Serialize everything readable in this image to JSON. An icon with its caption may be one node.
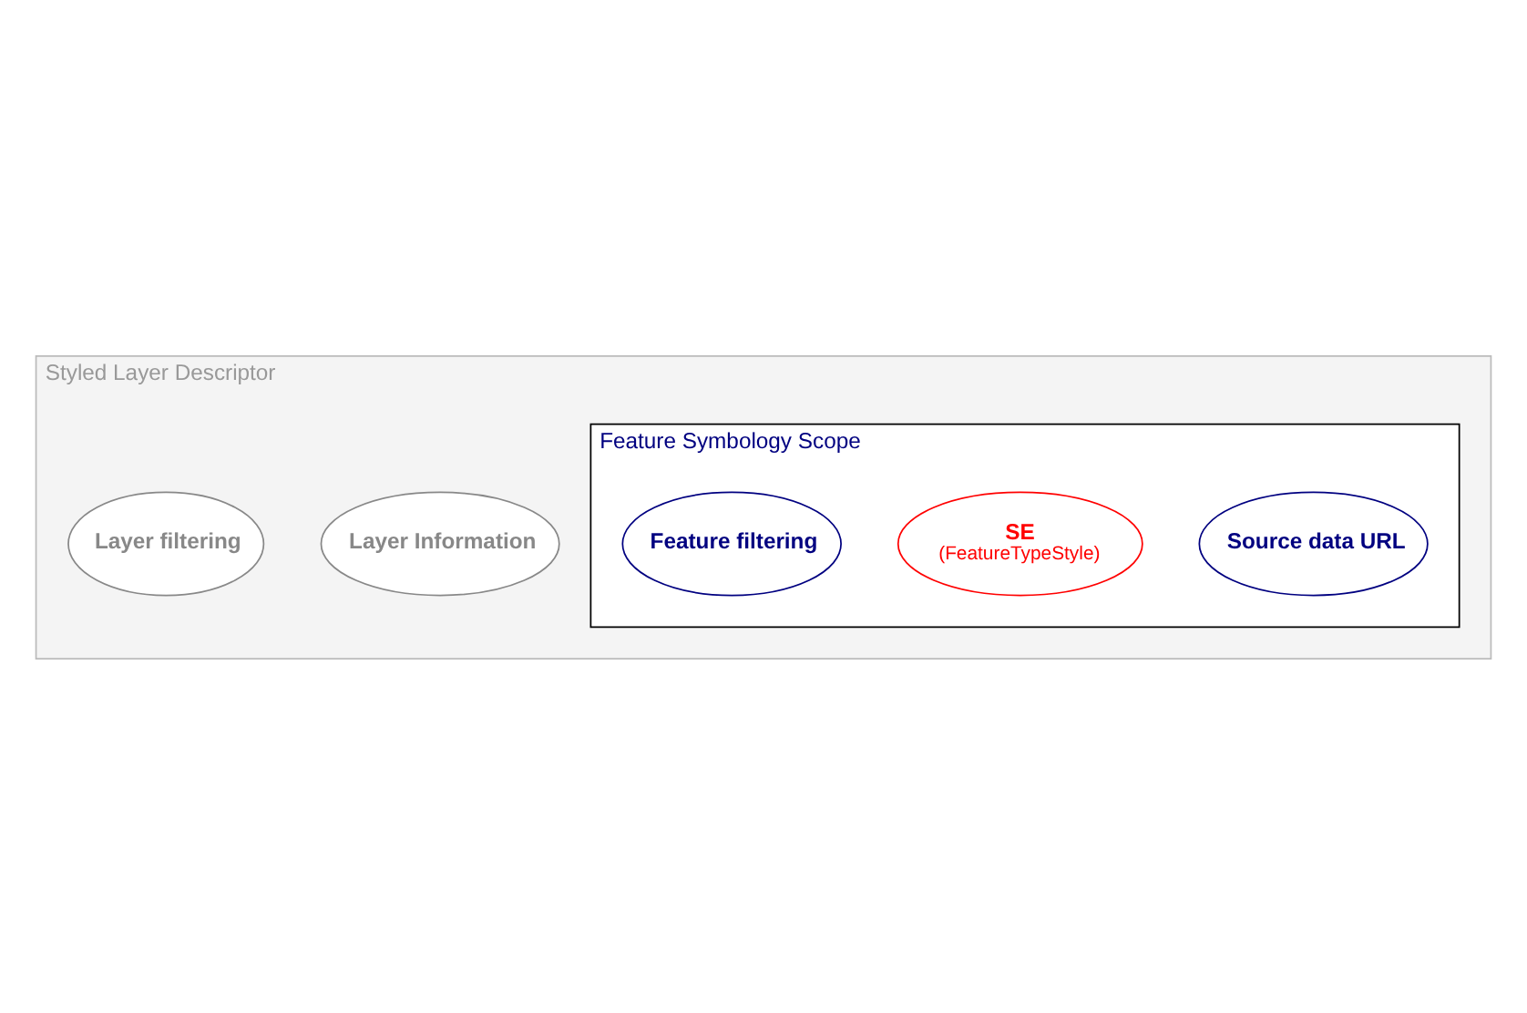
{
  "diagram": {
    "nodes": [
      {
        "text": [
          "Styled Layer Descriptor"
        ]
      },
      {
        "text": [
          "Feature Symbology Scope"
        ],
        "in": 0
      },
      {
        "text": [
          "Source data URL"
        ],
        "in": 1
      },
      {
        "text": [
          "SE",
          "(FeatureTypeStyle)"
        ],
        "in": 1
      },
      {
        "text": [
          "Feature filtering"
        ],
        "in": 1
      },
      {
        "text": [
          "Layer Information"
        ],
        "in": 0
      },
      {
        "text": [
          "Layer filtering"
        ],
        "in": 0
      }
    ]
  }
}
